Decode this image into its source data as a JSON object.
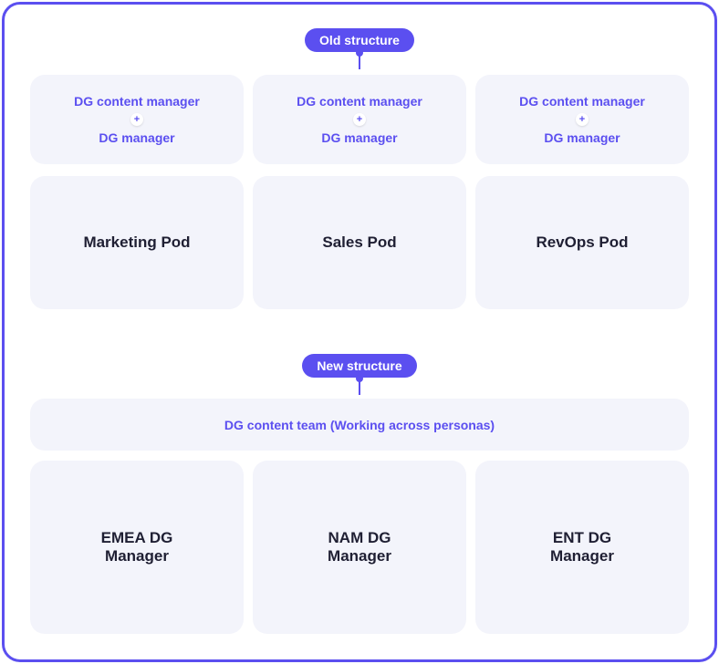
{
  "old_structure": {
    "label": "Old structure",
    "roles": [
      {
        "top": "DG content manager",
        "plus": "+",
        "bottom": "DG manager"
      },
      {
        "top": "DG content manager",
        "plus": "+",
        "bottom": "DG manager"
      },
      {
        "top": "DG content manager",
        "plus": "+",
        "bottom": "DG manager"
      }
    ],
    "pods": [
      "Marketing Pod",
      "Sales Pod",
      "RevOps Pod"
    ]
  },
  "new_structure": {
    "label": "New structure",
    "team": "DG content team (Working across personas)",
    "managers": [
      "EMEA DG\nManager",
      "NAM DG\nManager",
      "ENT DG\nManager"
    ]
  },
  "colors": {
    "accent": "#5b4ff0",
    "card_bg": "#f3f4fb",
    "text_dark": "#1f1f33"
  }
}
